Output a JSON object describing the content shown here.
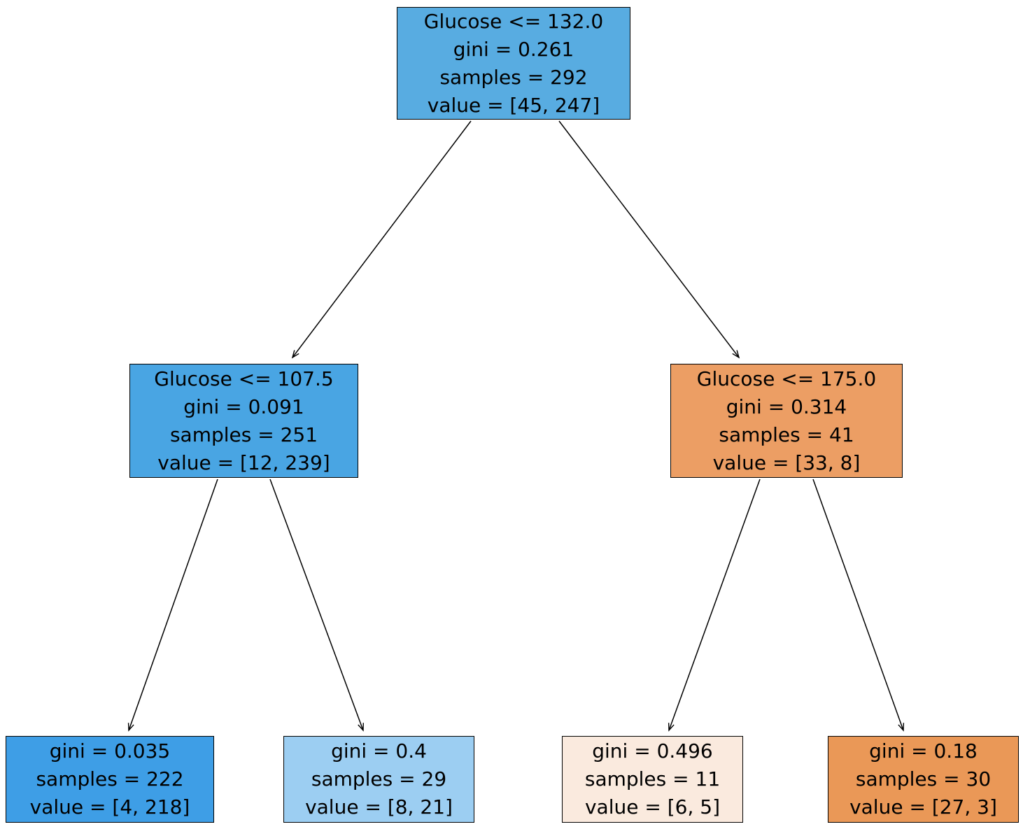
{
  "page": {
    "background": "#ffffff"
  },
  "tree": {
    "type": "decision-tree",
    "text_color": "#000000",
    "node_border_color": "#000000",
    "edge_color": "#000000",
    "nodes": [
      {
        "id": "root",
        "lines": [
          "Glucose <= 132.0",
          "gini = 0.261",
          "samples = 292",
          "value = [45, 247]"
        ],
        "fill": "#58ace1"
      },
      {
        "id": "left-internal",
        "lines": [
          "Glucose <= 107.5",
          "gini = 0.091",
          "samples = 251",
          "value = [12, 239]"
        ],
        "fill": "#49a5e3"
      },
      {
        "id": "right-internal",
        "lines": [
          "Glucose <= 175.0",
          "gini = 0.314",
          "samples = 41",
          "value = [33, 8]"
        ],
        "fill": "#ec9e64"
      },
      {
        "id": "leaf-1",
        "lines": [
          "gini = 0.035",
          "samples = 222",
          "value = [4, 218]"
        ],
        "fill": "#3e9ee6"
      },
      {
        "id": "leaf-2",
        "lines": [
          "gini = 0.4",
          "samples = 29",
          "value = [8, 21]"
        ],
        "fill": "#9ccef2"
      },
      {
        "id": "leaf-3",
        "lines": [
          "gini = 0.496",
          "samples = 11",
          "value = [6, 5]"
        ],
        "fill": "#faeade"
      },
      {
        "id": "leaf-4",
        "lines": [
          "gini = 0.18",
          "samples = 30",
          "value = [27, 3]"
        ],
        "fill": "#ea9857"
      }
    ],
    "edges": [
      {
        "from": "root",
        "to": "left-internal"
      },
      {
        "from": "root",
        "to": "right-internal"
      },
      {
        "from": "left-internal",
        "to": "leaf-1"
      },
      {
        "from": "left-internal",
        "to": "leaf-2"
      },
      {
        "from": "right-internal",
        "to": "leaf-3"
      },
      {
        "from": "right-internal",
        "to": "leaf-4"
      }
    ]
  }
}
